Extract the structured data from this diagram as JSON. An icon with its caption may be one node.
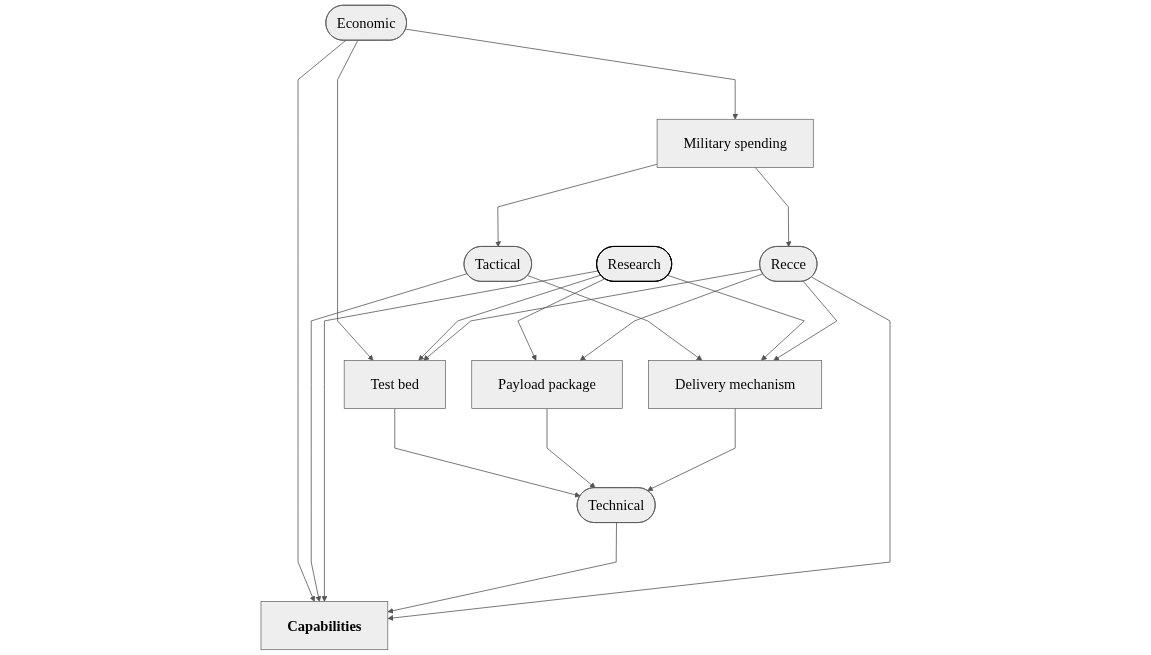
{
  "diagram": {
    "nodes": [
      {
        "text": [
          "Capabilities"
        ]
      },
      {
        "text": [
          "Economic"
        ]
      },
      {
        "text": [
          "Tactical"
        ]
      },
      {
        "text": [
          "Research"
        ]
      },
      {
        "text": [
          "Technical"
        ]
      },
      {
        "text": [
          "Recce"
        ]
      },
      {
        "text": [
          "Military spending"
        ]
      },
      {
        "text": [
          "Test bed"
        ]
      },
      {
        "text": [
          "Payload package"
        ]
      },
      {
        "text": [
          "Delivery mechanism"
        ]
      }
    ],
    "edges": [
      {
        "from": 1,
        "to": 0,
        "arrow": "to"
      },
      {
        "from": 2,
        "to": 0,
        "arrow": "to"
      },
      {
        "from": 3,
        "to": 0,
        "arrow": "to"
      },
      {
        "from": 4,
        "to": 0,
        "arrow": "to"
      },
      {
        "from": 5,
        "to": 0,
        "arrow": "to"
      },
      {
        "from": 1,
        "to": 6,
        "arrow": "to"
      },
      {
        "from": 1,
        "to": 7,
        "arrow": "to"
      },
      {
        "from": 6,
        "to": 2,
        "arrow": "to"
      },
      {
        "from": 2,
        "to": 9,
        "arrow": "to"
      },
      {
        "from": 3,
        "to": 7,
        "arrow": "to"
      },
      {
        "from": 3,
        "to": 8,
        "arrow": "to"
      },
      {
        "from": 3,
        "to": 9,
        "arrow": "to"
      },
      {
        "from": 7,
        "to": 4,
        "arrow": "to"
      },
      {
        "from": 6,
        "to": 5,
        "arrow": "to"
      },
      {
        "from": 5,
        "to": 7,
        "arrow": "to"
      },
      {
        "from": 8,
        "to": 4,
        "arrow": "to"
      },
      {
        "from": 5,
        "to": 8,
        "arrow": "to"
      },
      {
        "from": 9,
        "to": 4,
        "arrow": "to"
      },
      {
        "from": 5,
        "to": 9,
        "arrow": "to"
      }
    ]
  }
}
